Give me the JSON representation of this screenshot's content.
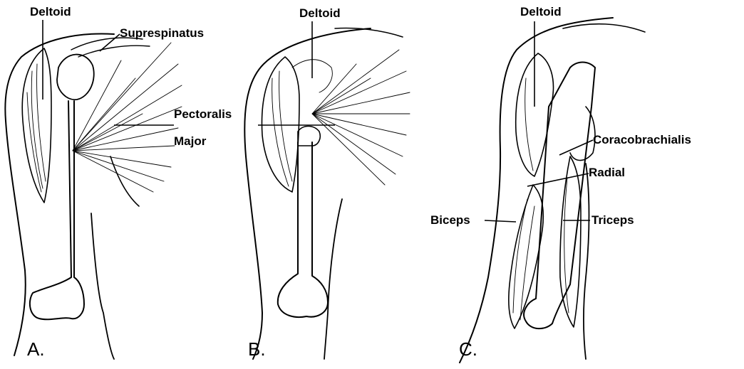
{
  "panels": [
    {
      "letter": "A.",
      "labels": {
        "deltoid": "Deltoid",
        "supraspinatus": "Suprespinatus",
        "pectoralis": "Pectoralis",
        "major": "Major"
      }
    },
    {
      "letter": "B.",
      "labels": {
        "deltoid": "Deltoid"
      }
    },
    {
      "letter": "C.",
      "labels": {
        "deltoid": "Deltoid",
        "coracobrachialis": "Coracobrachialis",
        "radial": "Radial",
        "biceps": "Biceps",
        "triceps": "Triceps"
      }
    }
  ]
}
